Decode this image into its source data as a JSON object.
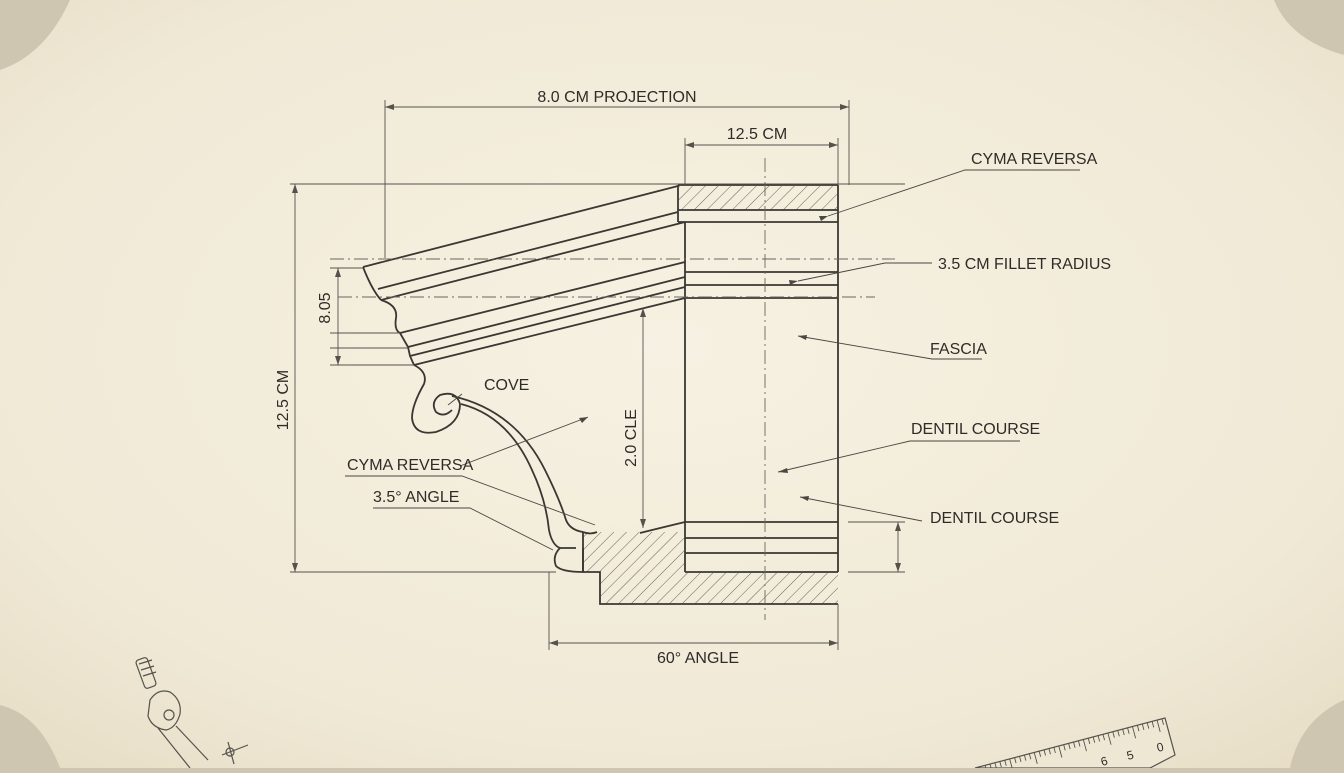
{
  "labels": {
    "projection": "8.0 CM PROJECTION",
    "top_width": "12.5 CM",
    "cyma_reversa_top": "CYMA REVERSA",
    "fillet_radius": "3.5 CM FILLET RADIUS",
    "fascia": "FASCIA",
    "dentil_course_1": "DENTIL COURSE",
    "dentil_course_2": "DENTIL COURSE",
    "cove": "COVE",
    "cyma_reversa_left": "CYMA REVERSA",
    "angle_small": "3.5° ANGLE",
    "height_small": "8.05",
    "height_total": "12.5 CM",
    "cle": "2.0 CLE",
    "bottom_angle": "60° ANGLE"
  },
  "ruler": {
    "numbers": [
      "0",
      "5",
      "6"
    ]
  },
  "colors": {
    "paper": "#f2ecdc",
    "ink": "#3a3733",
    "background": "#cfc6b2"
  },
  "icons": [
    "compass-icon",
    "ruler-icon"
  ]
}
